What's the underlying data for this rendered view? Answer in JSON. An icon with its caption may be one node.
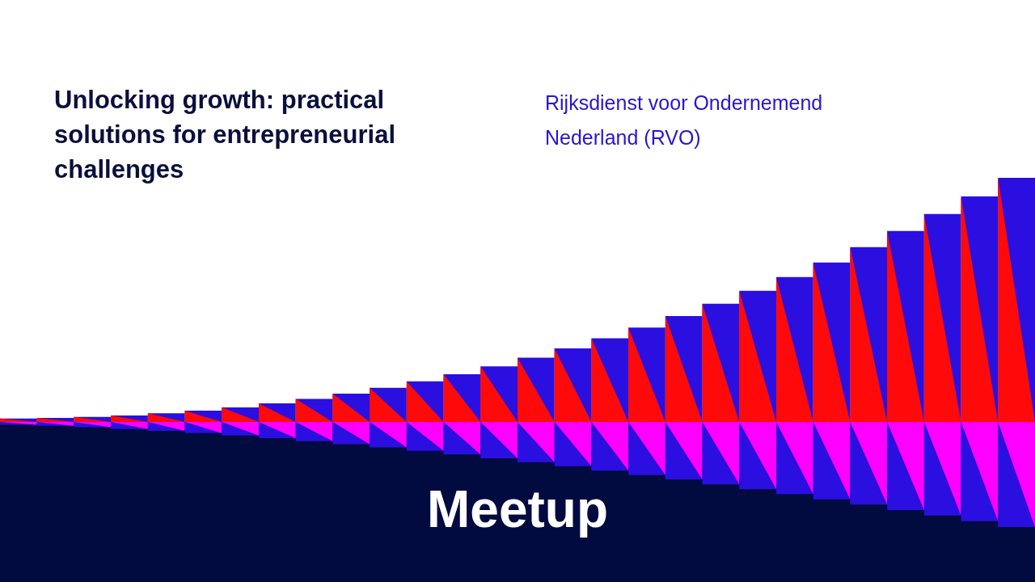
{
  "diagram": {
    "title": "Unlocking growth: practical solutions for entrepreneurial challenges",
    "labels": [
      "Rijksdienst voor Ondernemend Nederland (RVO)",
      "Meetup"
    ]
  }
}
